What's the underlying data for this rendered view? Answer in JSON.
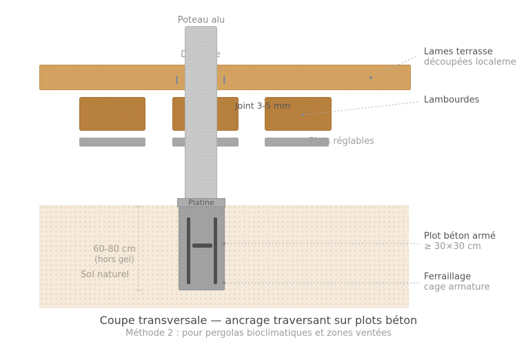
{
  "diagram": {
    "title": "Coupe transversale — ancrage traversant sur plots béton",
    "subtitle": "Méthode 2 : pour pergolas bioclimatiques et zones ventées",
    "labels": {
      "poteau": "Poteau alu",
      "decoupe": "Découpe",
      "lames_line1": "Lames terrasse",
      "lames_line2": "découpées localement",
      "lambourdes": "Lambourdes",
      "joint": "Joint 3-5 mm",
      "plots_reglables": "Plots réglables",
      "platine": "Platine",
      "plot_beton_line1": "Plot béton armé",
      "plot_beton_line2": "≥ 30×30 cm",
      "ferraillage_line1": "Ferraillage",
      "ferraillage_line2": "cage armature",
      "depth_line1": "60-80 cm",
      "depth_line2": "(hors gel)",
      "sol_naturel": "Sol naturel"
    },
    "colors": {
      "deck_board": "#D5A361",
      "joist": "#B9813E",
      "pedestal": "#A6A6A6",
      "post": "#C9C9C9",
      "plate": "#ACACAC",
      "concrete": "#A2A2A2",
      "rebar": "#4F4F4F",
      "ground": "#F5EADC",
      "ground_dots": "#E5D2BC",
      "label_dark": "#555555",
      "label_grey": "#999999",
      "leader_line": "#ABABAB"
    }
  }
}
